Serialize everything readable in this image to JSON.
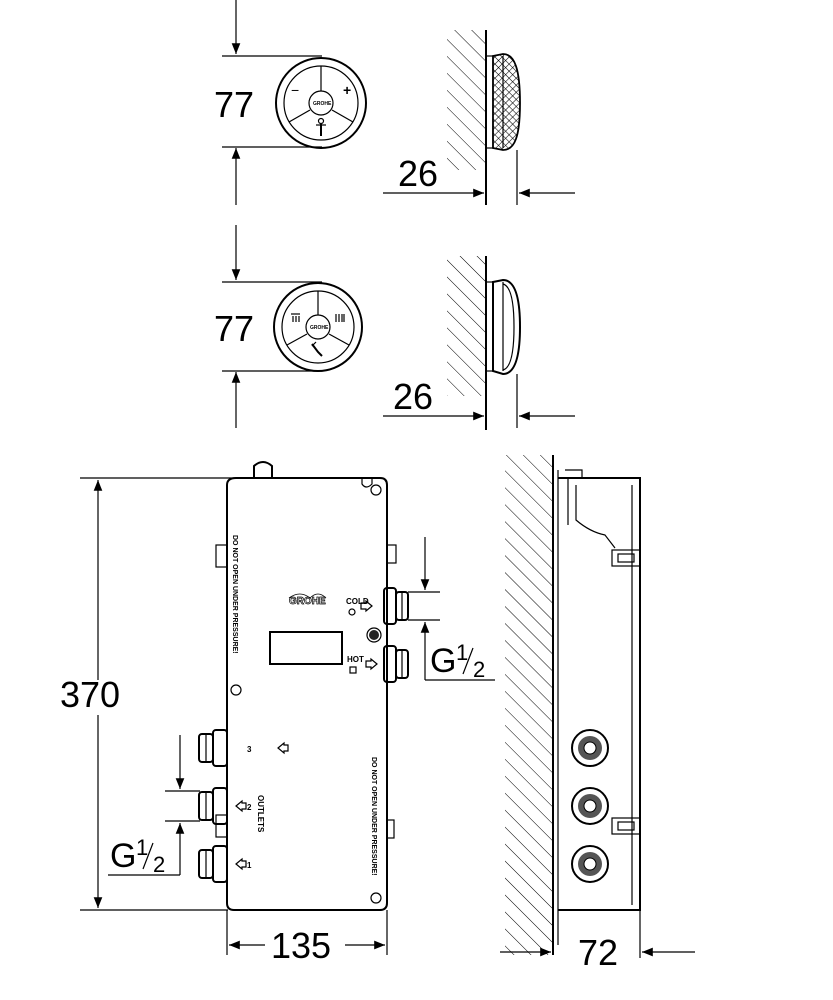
{
  "control_top": {
    "height_label": "77",
    "depth_label": "26",
    "symbols": {
      "left": "−",
      "right": "+"
    }
  },
  "control_bottom": {
    "height_label": "77",
    "depth_label": "26"
  },
  "box": {
    "height_label": "370",
    "width_label": "135",
    "side_depth_label": "72",
    "brand": "GROHE",
    "warning_text": "DO NOT OPEN UNDER PRESSURE!",
    "cold_label": "COLD",
    "hot_label": "HOT",
    "outlets_label": "OUTLETS",
    "outlet_numbers": [
      "3",
      "2",
      "1"
    ],
    "thread_inlet": {
      "g": "G",
      "num": "1",
      "den": "2"
    },
    "thread_outlet": {
      "g": "G",
      "num": "1",
      "den": "2"
    }
  }
}
